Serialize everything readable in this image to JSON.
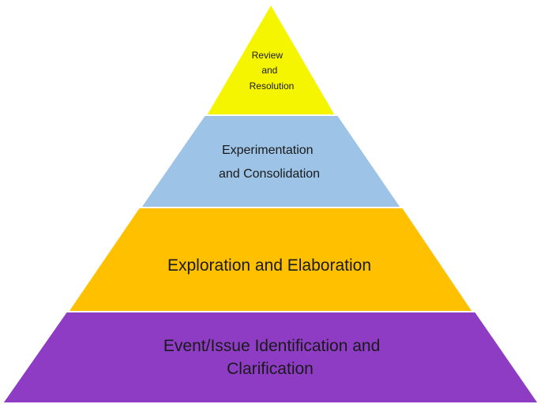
{
  "diagram": {
    "tiers": [
      {
        "lines": [
          "Review",
          "and",
          "Resolution"
        ],
        "color": "#f5f500"
      },
      {
        "lines": [
          "Experimentation",
          "and Consolidation"
        ],
        "color": "#9dc3e6"
      },
      {
        "lines": [
          "Exploration and Elaboration"
        ],
        "color": "#ffc000"
      },
      {
        "lines": [
          "Event/Issue Identification and",
          "Clarification"
        ],
        "color": "#8e3cc4"
      }
    ]
  }
}
